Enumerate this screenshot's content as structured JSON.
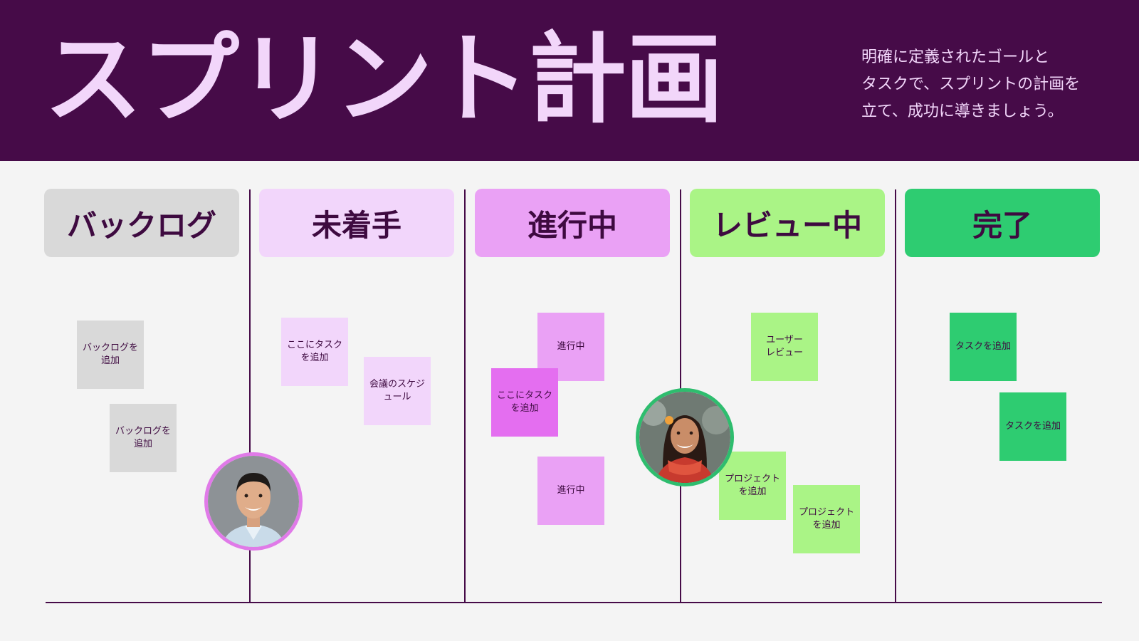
{
  "header": {
    "title": "スプリント計画",
    "subtitle": "明確に定義されたゴールと\nタスクで、スプリントの計画を\n立て、成功に導きましょう。"
  },
  "columns": [
    {
      "label": "バックログ",
      "color": "#d9d9d9"
    },
    {
      "label": "未着手",
      "color": "#f2d6fb"
    },
    {
      "label": "進行中",
      "color": "#eaa1f5"
    },
    {
      "label": "レビュー中",
      "color": "#aaf486"
    },
    {
      "label": "完了",
      "color": "#2ecc71"
    }
  ],
  "notes": {
    "backlog_1": "バックログを\n追加",
    "backlog_2": "バックログを\n追加",
    "todo_1": "ここにタスク\nを追加",
    "todo_2": "会議のスケジ\nュール",
    "progress_1": "進行中",
    "progress_2": "ここにタスク\nを追加",
    "progress_3": "進行中",
    "review_1": "ユーザー\nレビュー",
    "review_2": "プロジェクト\nを追加",
    "review_3": "プロジェクト\nを追加",
    "done_1": "タスクを追加",
    "done_2": "タスクを追加"
  },
  "avatars": {
    "man_ring_color": "#e07ae8",
    "woman_ring_color": "#2ebd6e"
  }
}
